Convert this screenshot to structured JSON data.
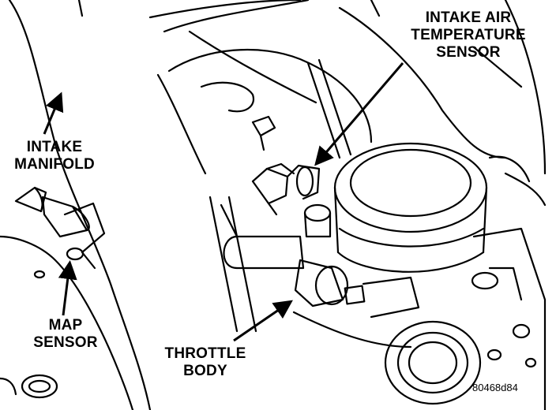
{
  "labels": {
    "iat_line1": "INTAKE AIR",
    "iat_line2": "TEMPERATURE",
    "iat_line3": "SENSOR",
    "intake_line1": "INTAKE",
    "intake_line2": "MANIFOLD",
    "map_line1": "MAP",
    "map_line2": "SENSOR",
    "throttle_line1": "THROTTLE",
    "throttle_line2": "BODY"
  },
  "figure_code": "80468d84"
}
